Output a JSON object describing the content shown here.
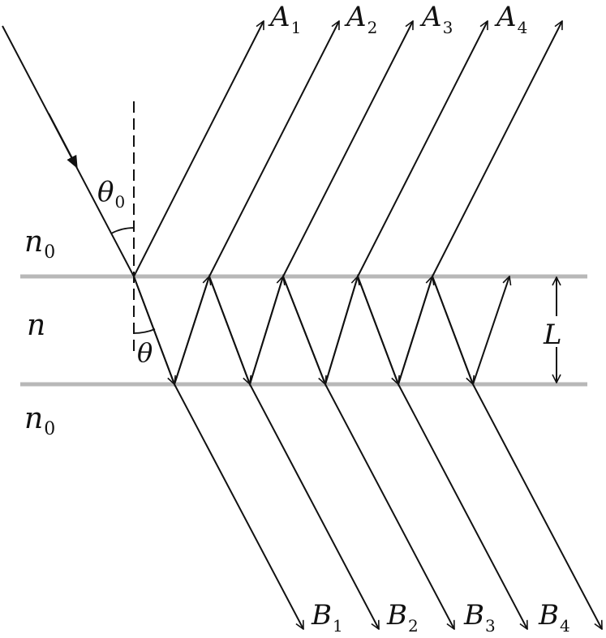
{
  "colors": {
    "line": "#111111",
    "surface": "#b8b8b8",
    "background": "#ffffff"
  },
  "media": {
    "top": {
      "symbol": "n",
      "sub": "0"
    },
    "middle": {
      "symbol": "n"
    },
    "bottom": {
      "symbol": "n",
      "sub": "0"
    }
  },
  "angles": {
    "incident": {
      "symbol": "θ",
      "sub": "0"
    },
    "refracted": {
      "symbol": "θ"
    }
  },
  "thickness": {
    "symbol": "L"
  },
  "reflected_rays": [
    {
      "symbol": "A",
      "sub": "1"
    },
    {
      "symbol": "A",
      "sub": "2"
    },
    {
      "symbol": "A",
      "sub": "3"
    },
    {
      "symbol": "A",
      "sub": "4"
    }
  ],
  "transmitted_rays": [
    {
      "symbol": "B",
      "sub": "1"
    },
    {
      "symbol": "B",
      "sub": "2"
    },
    {
      "symbol": "B",
      "sub": "3"
    },
    {
      "symbol": "B",
      "sub": "4"
    }
  ]
}
